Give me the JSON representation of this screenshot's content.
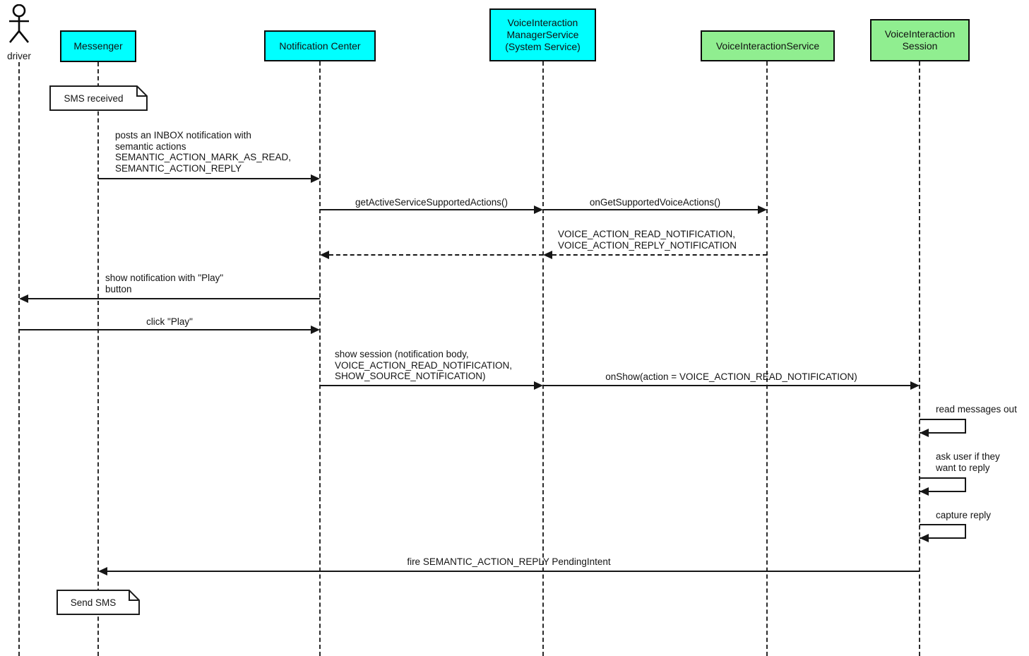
{
  "diagram_type": "uml-sequence",
  "colors": {
    "system_component_fill": "#00FFFF",
    "voice_component_fill": "#90EE90",
    "line_color": "#161616",
    "background": "#FFFFFF"
  },
  "actor": {
    "label": "driver"
  },
  "participants": [
    {
      "label": "Messenger",
      "fill": "#00FFFF"
    },
    {
      "label": "Notification Center",
      "fill": "#00FFFF"
    },
    {
      "label": "VoiceInteraction\nManagerService\n(System Service)",
      "fill": "#00FFFF"
    },
    {
      "label": "VoiceInteractionService",
      "fill": "#90EE90"
    },
    {
      "label": "VoiceInteraction\nSession",
      "fill": "#90EE90"
    }
  ],
  "notes": [
    {
      "label": "SMS received",
      "attached_to": "Messenger"
    },
    {
      "label": "Send SMS",
      "attached_to": "Messenger"
    }
  ],
  "messages": [
    {
      "from": "Messenger",
      "to": "Notification Center",
      "style": "solid",
      "label": "posts an INBOX notification with\nsemantic actions\nSEMANTIC_ACTION_MARK_AS_READ,\nSEMANTIC_ACTION_REPLY"
    },
    {
      "from": "Notification Center",
      "to": "VoiceInteractionManagerService",
      "style": "solid",
      "label": "getActiveServiceSupportedActions()"
    },
    {
      "from": "VoiceInteractionManagerService",
      "to": "VoiceInteractionService",
      "style": "solid",
      "label": "onGetSupportedVoiceActions()"
    },
    {
      "from": "VoiceInteractionService",
      "to": "Notification Center",
      "style": "dashed-return",
      "label": "VOICE_ACTION_READ_NOTIFICATION,\nVOICE_ACTION_REPLY_NOTIFICATION"
    },
    {
      "from": "Notification Center",
      "to": "driver",
      "style": "solid",
      "label": "show notification with \"Play\"\nbutton"
    },
    {
      "from": "driver",
      "to": "Notification Center",
      "style": "solid",
      "label": "click \"Play\""
    },
    {
      "from": "Notification Center",
      "to": "VoiceInteractionManagerService",
      "style": "solid",
      "label": "show session (notification body,\nVOICE_ACTION_READ_NOTIFICATION,\nSHOW_SOURCE_NOTIFICATION)"
    },
    {
      "from": "VoiceInteractionManagerService",
      "to": "VoiceInteractionSession",
      "style": "solid",
      "label": "onShow(action = VOICE_ACTION_READ_NOTIFICATION)"
    },
    {
      "from": "VoiceInteractionSession",
      "to": "VoiceInteractionSession",
      "style": "self",
      "label": "read messages out"
    },
    {
      "from": "VoiceInteractionSession",
      "to": "VoiceInteractionSession",
      "style": "self",
      "label": "ask user if they\nwant to reply"
    },
    {
      "from": "VoiceInteractionSession",
      "to": "VoiceInteractionSession",
      "style": "self",
      "label": "capture reply"
    },
    {
      "from": "VoiceInteractionSession",
      "to": "Messenger",
      "style": "solid",
      "label": "fire SEMANTIC_ACTION_REPLY PendingIntent"
    }
  ]
}
